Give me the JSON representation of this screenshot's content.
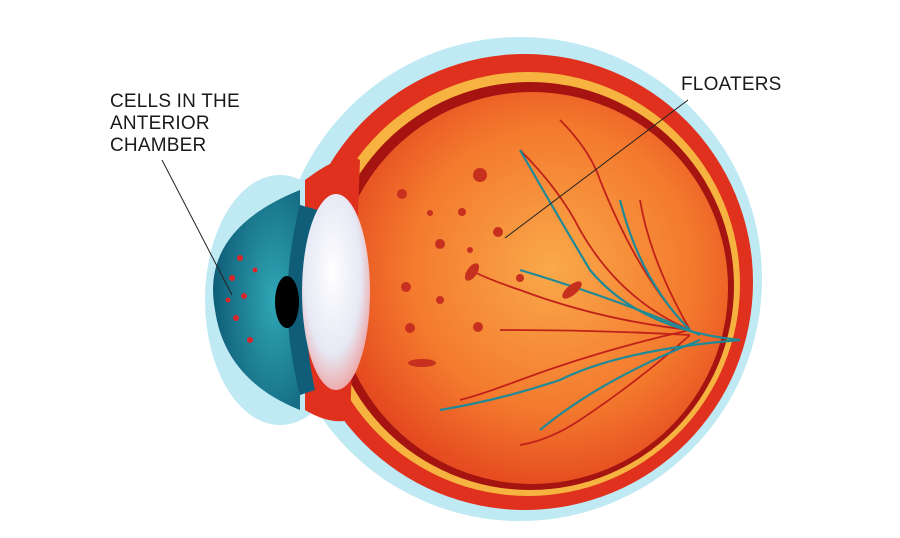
{
  "labels": {
    "anterior_line1": "CELLS IN THE",
    "anterior_line2": "ANTERIOR",
    "anterior_line3": "CHAMBER",
    "floaters": "FLOATERS"
  },
  "colors": {
    "outer_layer": "#bfe9f3",
    "sclera": "#e0301e",
    "choroid_band": "#f6b340",
    "vitreous": "#f4782e",
    "iris": "#1a7f95",
    "vessel_red": "#c0211a",
    "vessel_teal": "#1f8a96",
    "floater": "#c7301f"
  }
}
